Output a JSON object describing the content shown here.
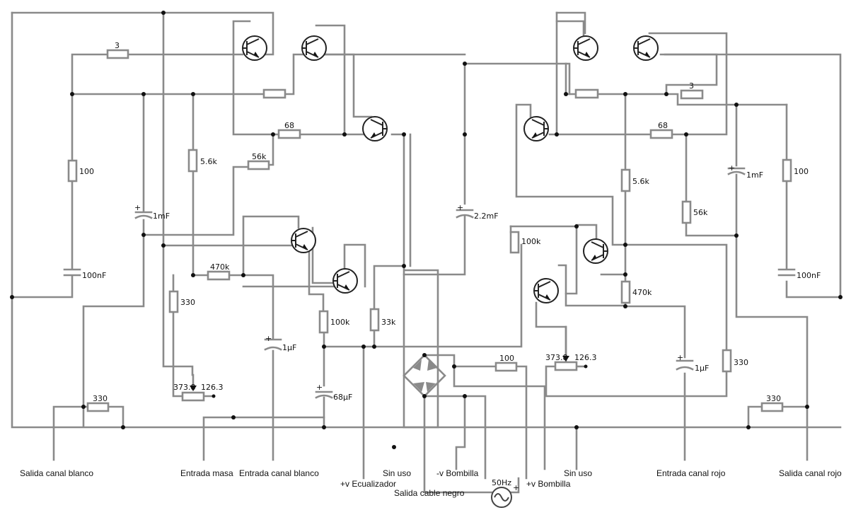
{
  "values": {
    "r3": "3",
    "r68": "68",
    "r56k": "56k",
    "r5_6k": "5.6k",
    "r100": "100",
    "r470k": "470k",
    "r330": "330",
    "r100k": "100k",
    "r33k": "33k",
    "c1mF": "1mF",
    "c2_2mF": "2.2mF",
    "c100nF": "100nF",
    "c1uF": "1µF",
    "c68uF": "68µF",
    "pot_left": "373.8",
    "pot_right": "126.3",
    "source": "50Hz",
    "plus": "+"
  },
  "terminals": {
    "salida_blanco": "Salida canal blanco",
    "entrada_masa": "Entrada masa",
    "entrada_blanco": "Entrada canal blanco",
    "ecualizador": "+v Ecualizador",
    "sin_uso_1": "Sin uso",
    "cable_negro": "Salida cable negro",
    "menos_bombilla": "-v Bombilla",
    "mas_bombilla": "+v Bombilla",
    "sin_uso_2": "Sin uso",
    "entrada_rojo": "Entrada canal rojo",
    "salida_rojo": "Salida canal rojo"
  }
}
